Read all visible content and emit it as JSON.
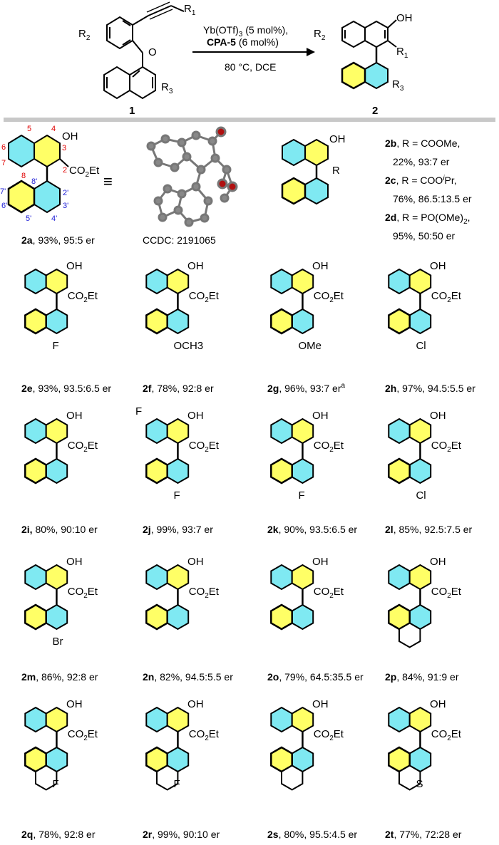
{
  "scheme": {
    "reagent_line1": "Yb(OTf)",
    "reagent_line1_sub": "3",
    "reagent_line1_tail": " (5 mol%),",
    "reagent_line2_bold": "CPA-5",
    "reagent_line2_tail": " (6 mol%)",
    "conditions": "80 °C, DCE",
    "sm_label": "1",
    "product_label": "2",
    "r1": "R",
    "r1_sub": "1",
    "r2": "R",
    "r2_sub": "2",
    "r3": "R",
    "r3_sub": "3",
    "oh": "OH"
  },
  "compound_2a": {
    "oh": "OH",
    "ester": "CO",
    "ester_sub": "2",
    "ester_tail": "Et",
    "equiv": "≡",
    "ccdc": "CCDC: 2191065",
    "numbers_red": [
      "5",
      "4",
      "3",
      "6",
      "7",
      "2",
      "8"
    ],
    "numbers_blue": [
      "7'",
      "8'",
      "2'",
      "6'",
      "3'",
      "5'",
      "4'"
    ],
    "caption_bold": "2a",
    "caption_rest": ", 93%, 95:5 er"
  },
  "compound_2bcd": {
    "oh": "OH",
    "r": "R",
    "lines": [
      {
        "bold": "2b",
        "text": ", R = COOMe,"
      },
      {
        "bold": "",
        "text": "22%, 93:7 er"
      },
      {
        "bold": "2c",
        "text": ", R = COO",
        "sup": "i",
        "tail": "Pr,"
      },
      {
        "bold": "",
        "text": "76%, 86.5:13.5 er"
      },
      {
        "bold": "2d",
        "text": ", R = PO(OMe)",
        "sub": "2",
        "tail": ","
      },
      {
        "bold": "",
        "text": "95%, 50:50 er"
      }
    ]
  },
  "compounds": [
    {
      "id": "2e",
      "rest": ", 93%, 93.5:6.5 er",
      "sub1": "F"
    },
    {
      "id": "2f",
      "rest": ", 78%, 92:8 er",
      "sub1": "OCH3"
    },
    {
      "id": "2g",
      "rest": ", 96%, 93:7 er",
      "sup": "a",
      "sub1": "OMe"
    },
    {
      "id": "2h",
      "rest": ", 97%, 94.5:5.5 er",
      "sub1": "Cl"
    },
    {
      "id": "2i,",
      "rest": " 80%, 90:10 er"
    },
    {
      "id": "2j",
      "rest": ", 99%, 93:7 er",
      "sub1": "F",
      "sub2": "F"
    },
    {
      "id": "2k",
      "rest": ", 90%, 93.5:6.5 er",
      "sub1": "F"
    },
    {
      "id": "2l",
      "rest": ", 85%, 92.5:7.5 er",
      "sub1": "Cl"
    },
    {
      "id": "2m",
      "rest": ", 86%, 92:8 er",
      "sub1": "Br"
    },
    {
      "id": "2n",
      "rest": ", 82%, 94.5:5.5 er"
    },
    {
      "id": "2o",
      "rest": ", 79%, 64.5:35.5 er"
    },
    {
      "id": "2p",
      "rest": ", 84%, 91:9 er"
    },
    {
      "id": "2q",
      "rest": ", 78%,  92:8 er",
      "sub1": "F"
    },
    {
      "id": "2r",
      "rest": ", 99%, 90:10 er",
      "sub1": "F"
    },
    {
      "id": "2s",
      "rest": ", 80%, 95.5:4.5 er"
    },
    {
      "id": "2t",
      "rest": ", 77%, 72:28 er",
      "sub1": "S"
    }
  ],
  "common": {
    "oh": "OH",
    "co2et_a": "CO",
    "co2et_sub": "2",
    "co2et_b": "Et"
  },
  "colors": {
    "yellow": "#ffff66",
    "cyan": "#7fe9f2",
    "red": "#e00000",
    "blue": "#1c1cd6",
    "gray": "#c8c8c8"
  }
}
